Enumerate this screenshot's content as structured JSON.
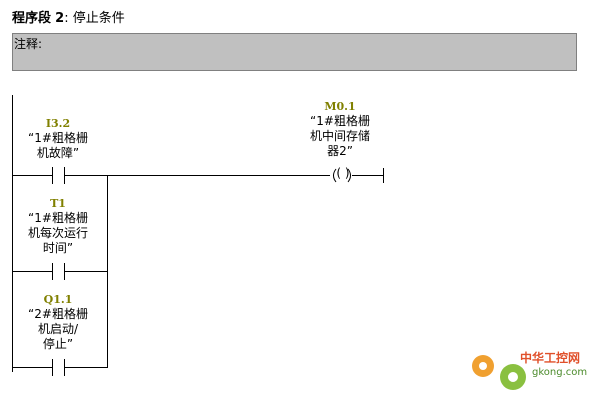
{
  "network": {
    "label": "程序段",
    "number": "2",
    "sep": ":",
    "title": "停止条件"
  },
  "comment": {
    "label": "注释:"
  },
  "contacts": [
    {
      "address": "I3.2",
      "symbol_l1": "“1#粗格栅",
      "symbol_l2": "机故障”",
      "symbol_l3": ""
    },
    {
      "address": "T1",
      "symbol_l1": "“1#粗格栅",
      "symbol_l2": "机每次运行",
      "symbol_l3": "时间”"
    },
    {
      "address": "Q1.1",
      "symbol_l1": "“2#粗格栅",
      "symbol_l2": "机启动/",
      "symbol_l3": "停止”"
    }
  ],
  "coil": {
    "address": "M0.1",
    "symbol_l1": "“1#粗格栅",
    "symbol_l2": "机中间存储",
    "symbol_l3": "器2”",
    "glyph": "( )"
  },
  "watermark": {
    "brand": "中华工控网",
    "url": "gkong.com",
    "colors": [
      "#f0a030",
      "#e0502a",
      "#8ac040"
    ]
  }
}
